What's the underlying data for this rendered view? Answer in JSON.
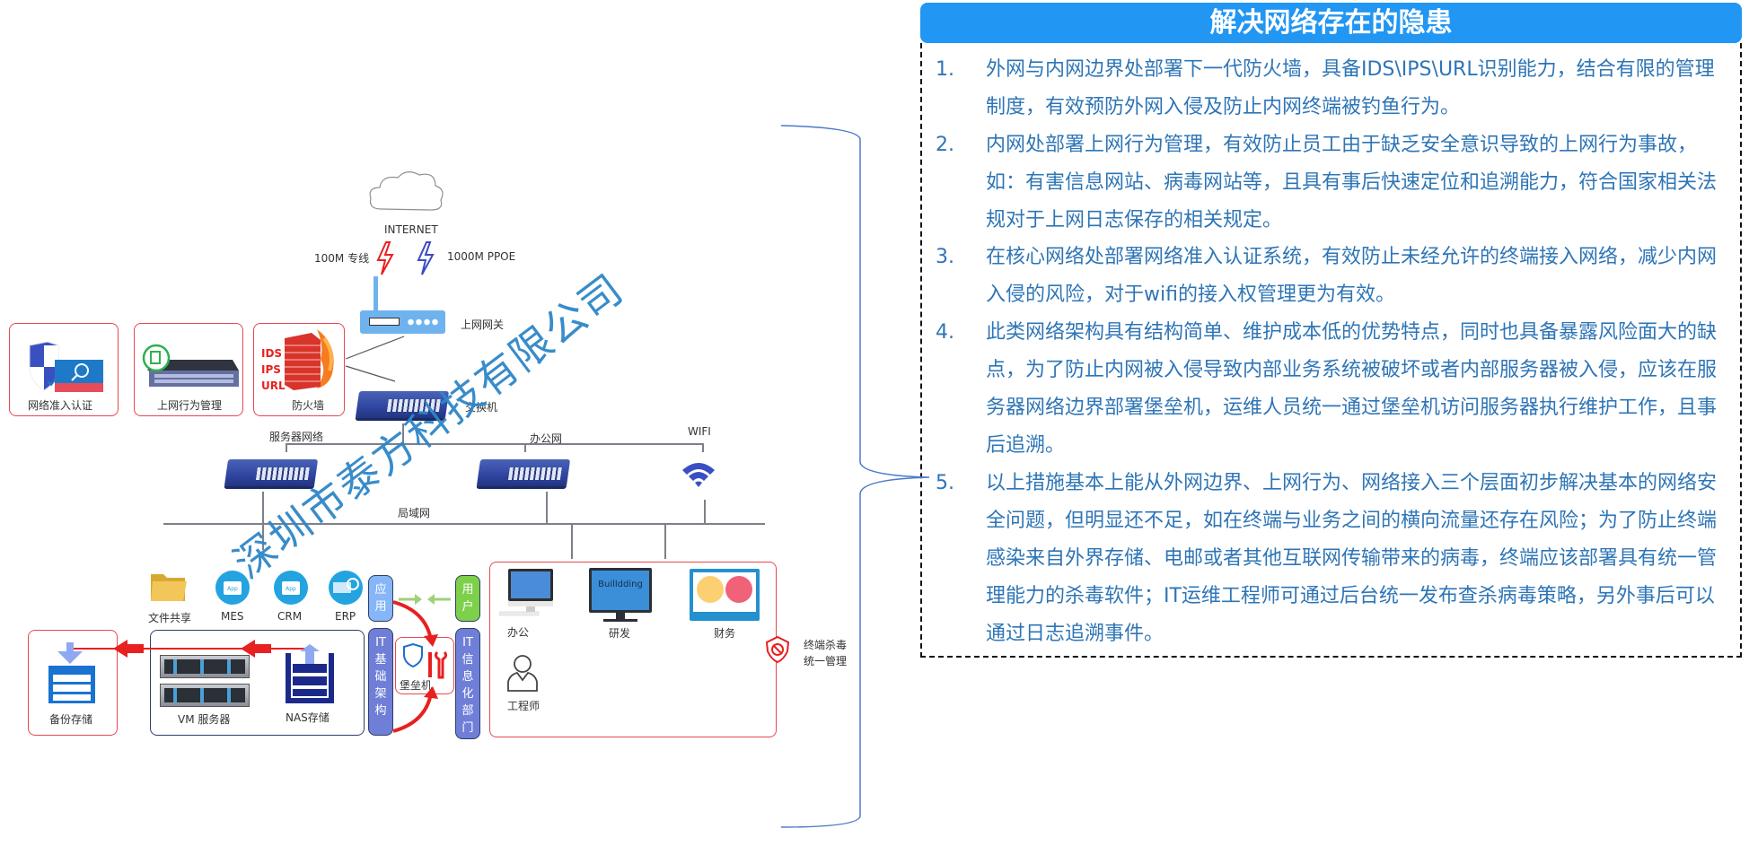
{
  "panel": {
    "title": "解决网络存在的隐患",
    "items": [
      {
        "num": "1.",
        "text": "外网与内网边界处部署下一代防火墙，具备IDS\\IPS\\URL识别能力，结合有限的管理制度，有效预防外网入侵及防止内网终端被钓鱼行为。"
      },
      {
        "num": "2.",
        "text": "内网处部署上网行为管理，有效防止员工由于缺乏安全意识导致的上网行为事故，如：有害信息网站、病毒网站等，且具有事后快速定位和追溯能力，符合国家相关法规对于上网日志保存的相关规定。"
      },
      {
        "num": "3.",
        "text": "在核心网络处部署网络准入认证系统，有效防止未经允许的终端接入网络，减少内网入侵的风险，对于wifi的接入权管理更为有效。"
      },
      {
        "num": "4.",
        "text": "此类网络架构具有结构简单、维护成本低的优势特点，同时也具备暴露风险面大的缺点，为了防止内网被入侵导致内部业务系统被破坏或者内部服务器被入侵，应该在服务器网络边界部署堡垒机，运维人员统一通过堡垒机访问服务器执行维护工作，且事后追溯。"
      },
      {
        "num": "5.",
        "text": "以上措施基本上能从外网边界、上网行为、网络接入三个层面初步解决基本的网络安全问题，但明显还不足，如在终端与业务之间的横向流量还存在风险；为了防止终端感染来自外界存储、电邮或者其他互联网传输带来的病毒，终端应该部署具有统一管理能力的杀毒软件；IT运维工程师可通过后台统一发布查杀病毒策略，另外事后可以通过日志追溯事件。"
      }
    ]
  },
  "diagram": {
    "internet": "INTERNET",
    "link_dedicated": "100M 专线",
    "link_ppoe": "1000M PPOE",
    "gateway": "上网网关",
    "core_switch": "交换机",
    "nac": "网络准入认证",
    "behavior_mgmt": "上网行为管理",
    "firewall": "防火墙",
    "fw_tags": [
      "IDS",
      "IPS",
      "URL"
    ],
    "server_network": "服务器网络",
    "office_network": "办公网",
    "wifi": "WIFI",
    "lan": "局域网",
    "apps": [
      "文件共享",
      "MES",
      "CRM",
      "ERP"
    ],
    "app_icon_text": "App",
    "pill_app": "应用",
    "pill_user": "用户",
    "pill_it_infra": "IT基础架构",
    "pill_it_dept": "IT信息化部门",
    "bastion": "堡垒机",
    "backup": "备份存储",
    "vm_server": "VM 服务器",
    "nas": "NAS存储",
    "office": "办公",
    "rnd": "研发",
    "rnd_screen": "Builldding",
    "finance": "财务",
    "engineer": "工程师",
    "antivirus": "终端杀毒\n统一管理",
    "antivirus_l1": "终端杀毒",
    "antivirus_l2": "统一管理",
    "watermark": "深圳市泰方科技有限公司"
  },
  "colors": {
    "title_bg": "#2196f3",
    "item_text": "#2e75b6",
    "red_border": "#e8474e",
    "switch_blue": "#2f45a0",
    "bracket": "#4a7ac8"
  }
}
